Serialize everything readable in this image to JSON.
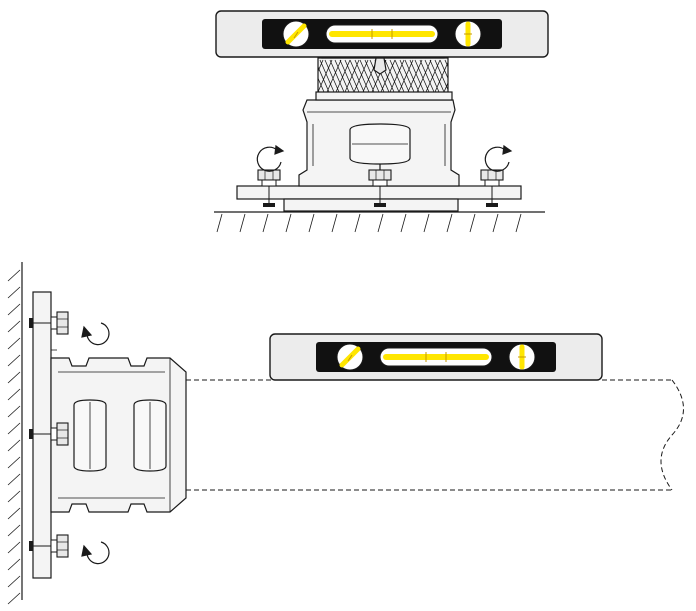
{
  "colors": {
    "background": "#ffffff",
    "outline": "#1a1a1a",
    "level_body": "#ececec",
    "level_window": "#111111",
    "vial_fill": "#ffe600",
    "vial_line": "#c79a00",
    "metal_fill": "#f4f4f4",
    "nut_fill": "#e8e8e8"
  },
  "icons": {
    "level_tool": "spirit-level-icon",
    "adjust_arrow": "rotate-arrow-icon",
    "nut": "hex-nut-icon"
  },
  "views": [
    {
      "id": "vertical-mount",
      "level_vials": 3,
      "adjust_points": 2
    },
    {
      "id": "horizontal-mount",
      "level_vials": 3,
      "adjust_points": 2
    }
  ]
}
